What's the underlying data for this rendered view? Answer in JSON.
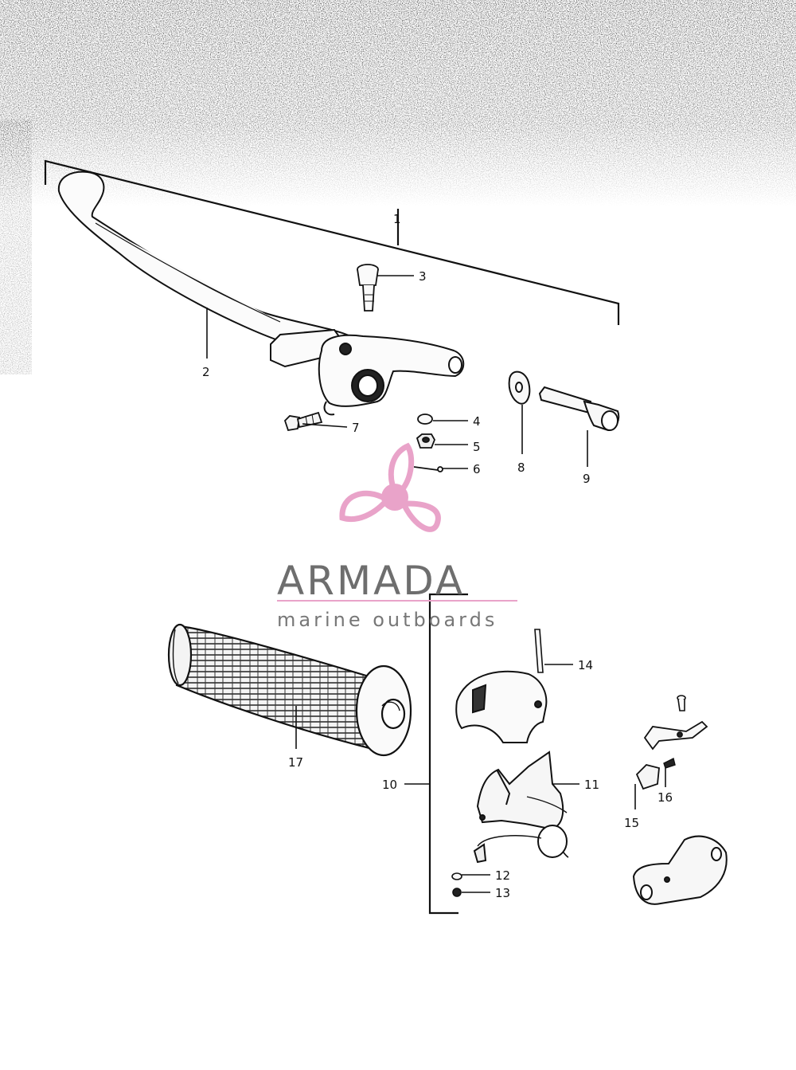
{
  "callouts": {
    "p1": "1",
    "p2": "2",
    "p3": "3",
    "p4": "4",
    "p5": "5",
    "p6": "6",
    "p7": "7",
    "p8": "8",
    "p9": "9",
    "p10": "10",
    "p11": "11",
    "p12": "12",
    "p13": "13",
    "p14": "14",
    "p15": "15",
    "p16": "16",
    "p17": "17"
  },
  "watermark": {
    "brand": "ARMADA",
    "tagline": "marine outboards",
    "color": "#e9a3c9"
  },
  "colors": {
    "ink": "#111111",
    "logo_gray": "#6e6e6e",
    "logo_pink": "#e9a3c9"
  }
}
